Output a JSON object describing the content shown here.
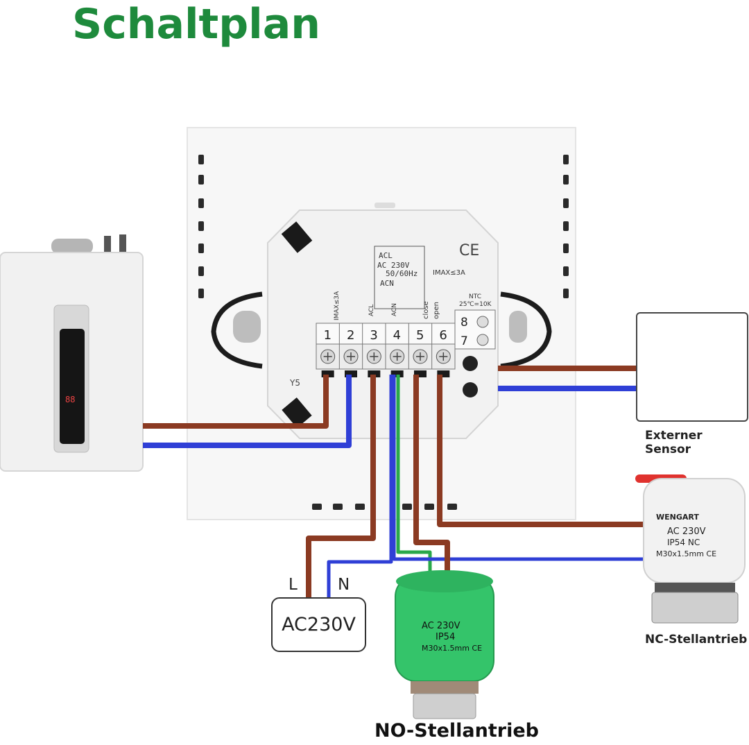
{
  "title": "Schaltplan",
  "thermostat": {
    "ce_mark": "CE",
    "power_rating": [
      "ACL",
      "AC 230V",
      "50/60Hz",
      "ACN"
    ],
    "imax_top": "IMAX≤3A",
    "imax_left": "IMAX≤3A",
    "col_labels": [
      "ACL",
      "ACN",
      "close",
      "open"
    ],
    "ntc": [
      "NTC",
      "25℃=10K"
    ],
    "terminals": [
      "1",
      "2",
      "3",
      "4",
      "5",
      "6"
    ],
    "terminals_side": [
      "8",
      "7"
    ],
    "code": "Y5"
  },
  "power_source": {
    "label": "AC230V",
    "l_label": "L",
    "n_label": "N"
  },
  "sensor": {
    "caption": "Externer Sensor"
  },
  "nc_actuator": {
    "brand": "WENGART",
    "lines": [
      "AC 230V",
      "IP54 NC",
      "M30x1.5mm CE"
    ],
    "caption": "NC-Stellantrieb"
  },
  "no_actuator": {
    "lines": [
      "AC 230V",
      "IP54",
      "M30x1.5mm CE"
    ],
    "caption": "NO-Stellantrieb"
  },
  "boiler": {
    "display": "88"
  },
  "colors": {
    "title": "#1e8a3c",
    "wire_brown": "#8b3a22",
    "wire_blue": "#2f3fd6",
    "wire_green": "#2aa84a",
    "no_actuator": "#34c46a"
  }
}
